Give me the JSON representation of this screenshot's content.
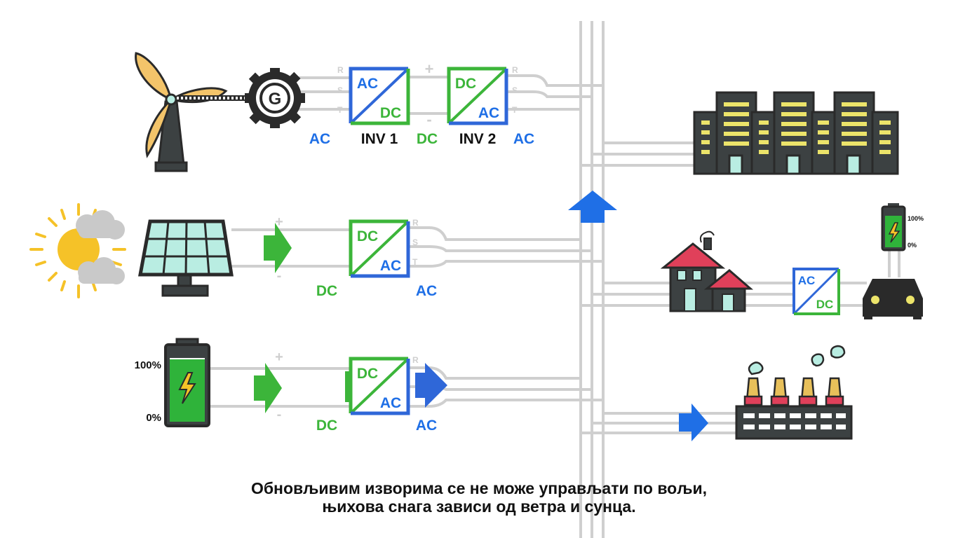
{
  "colors": {
    "ac": "#1f6fe6",
    "dc": "#3cb53a",
    "wire": "#cfcfcf",
    "outline": "#2a2a2a",
    "building": "#3c4142",
    "window": "#ece46a",
    "panel": "#b9ede2",
    "roof": "#e0405a",
    "chimney": "#e8c05a",
    "cloud": "#c9c9c9",
    "sun": "#f5c228",
    "battery": "#2fb33a",
    "text": "#111111"
  },
  "rows": {
    "wind": {
      "generator_letter": "G",
      "phases": [
        "R",
        "S",
        "T"
      ],
      "plus": "+",
      "minus": "-",
      "inv1": {
        "top": "AC",
        "bottom": "DC",
        "caption": "INV 1"
      },
      "inv2": {
        "top": "DC",
        "bottom": "AC",
        "caption": "INV 2"
      },
      "label_in": "AC",
      "label_mid": "DC",
      "label_out": "AC"
    },
    "solar": {
      "plus": "+",
      "minus": "-",
      "phases": [
        "R",
        "S",
        "T"
      ],
      "inverter": {
        "top": "DC",
        "bottom": "AC"
      },
      "label_in": "DC",
      "label_out": "AC"
    },
    "battery": {
      "level_high": "100%",
      "level_low": "0%",
      "plus": "+",
      "minus": "-",
      "phases": [
        "R"
      ],
      "inverter": {
        "top": "DC",
        "bottom": "AC"
      },
      "label_in": "DC",
      "label_out": "AC"
    }
  },
  "consumers": {
    "ev": {
      "charger": {
        "top": "AC",
        "bottom": "DC"
      },
      "battery_high": "100%",
      "battery_low": "0%"
    }
  },
  "caption": {
    "line1": "Обновљивим изворима се не може управљати по вољи,",
    "line2": "њихова снага зависи од ветра и сунца."
  }
}
